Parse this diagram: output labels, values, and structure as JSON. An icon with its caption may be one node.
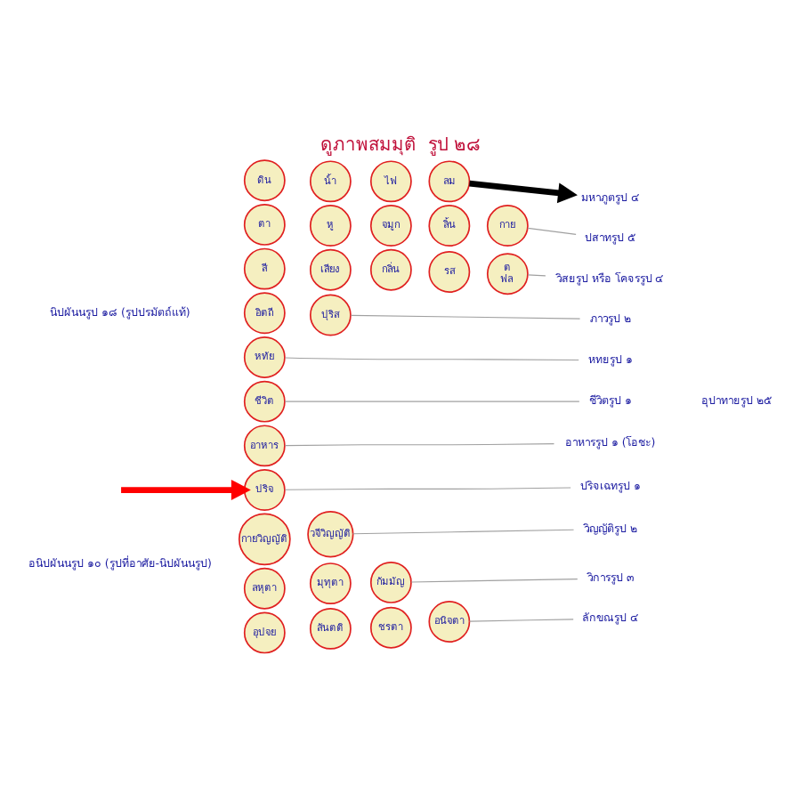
{
  "diagram": {
    "title": "ดูภาพสมมุติ  รูป ๒๘",
    "nodes": [
      {
        "text": [
          "ดิน"
        ]
      },
      {
        "text": [
          "น้ำ"
        ]
      },
      {
        "text": [
          "ไฟ"
        ]
      },
      {
        "text": [
          "ลม"
        ]
      },
      {
        "text": [
          "มหาภูตรูป ๔"
        ]
      },
      {
        "text": [
          "ตา"
        ]
      },
      {
        "text": [
          "หู"
        ]
      },
      {
        "text": [
          "จมูก"
        ]
      },
      {
        "text": [
          "ลิ้น"
        ]
      },
      {
        "text": [
          "กาย"
        ]
      },
      {
        "text": [
          "ปสาทรูป ๕"
        ]
      },
      {
        "text": [
          "สี"
        ]
      },
      {
        "text": [
          "เสียง"
        ]
      },
      {
        "text": [
          "กลิ่น"
        ]
      },
      {
        "text": [
          "รส"
        ]
      },
      {
        "text": [
          "ต",
          "ฟ",
          "ล"
        ]
      },
      {
        "text": [
          "วิสยรูป หรือ โคจรรูป ๔"
        ]
      },
      {
        "text": [
          "อิตถี"
        ]
      },
      {
        "text": [
          "ปุริส"
        ]
      },
      {
        "text": [
          "ภาวรูป ๒"
        ]
      },
      {
        "text": [
          "หทัย"
        ]
      },
      {
        "text": [
          "หทยรูป ๑"
        ]
      },
      {
        "text": [
          "ชีวิต"
        ]
      },
      {
        "text": [
          "ชีวิตรูป ๑"
        ]
      },
      {
        "text": [
          "อาหาร"
        ]
      },
      {
        "text": [
          "อาหารรูป ๑ (โอชะ)"
        ]
      },
      {
        "text": [
          "ปริจ"
        ]
      },
      {
        "text": [
          "ปริจเฉทรูป ๑"
        ]
      },
      {
        "text": [
          "กายวิญญัติ"
        ]
      },
      {
        "text": [
          "วจีวิญญัติ"
        ]
      },
      {
        "text": [
          "วิญญัติรูป ๒"
        ]
      },
      {
        "text": [
          "ลหุตา"
        ]
      },
      {
        "text": [
          "มุทุตา"
        ]
      },
      {
        "text": [
          "กัมมัญ"
        ]
      },
      {
        "text": [
          "วิการรูป ๓"
        ]
      },
      {
        "text": [
          "อุปจย"
        ]
      },
      {
        "text": [
          "สันตติ"
        ]
      },
      {
        "text": [
          "ชรตา"
        ]
      },
      {
        "text": [
          "อนิจตา"
        ]
      },
      {
        "text": [
          "ลักขณรูป ๔"
        ]
      }
    ],
    "edges": [
      {
        "from": 3,
        "to": 4,
        "arrow": "to",
        "style": "thick",
        "color": "#000000"
      },
      {
        "from": 9,
        "to": 10,
        "arrow": "none"
      },
      {
        "from": 15,
        "to": 16,
        "arrow": "none"
      },
      {
        "from": 18,
        "to": 19,
        "arrow": "none"
      },
      {
        "from": 20,
        "to": 21,
        "arrow": "none"
      },
      {
        "from": 22,
        "to": 23,
        "arrow": "none"
      },
      {
        "from": 24,
        "to": 25,
        "arrow": "none"
      },
      {
        "from": null,
        "to": 26,
        "arrow": "to",
        "style": "thick",
        "color": "#ff0000"
      },
      {
        "from": 26,
        "to": 27,
        "arrow": "none"
      },
      {
        "from": 29,
        "to": 30,
        "arrow": "none"
      },
      {
        "from": 33,
        "to": 34,
        "arrow": "none"
      },
      {
        "from": 38,
        "to": 39,
        "arrow": "none"
      }
    ],
    "labels": [
      "นิปผันนรูป ๑๘ (รูปปรมัตถ์แท้)",
      "อุปาทายรูป ๒๕",
      "อนิปผันนรูป ๑๐ (รูปที่อาศัย-นิปผันนรูป)"
    ]
  }
}
